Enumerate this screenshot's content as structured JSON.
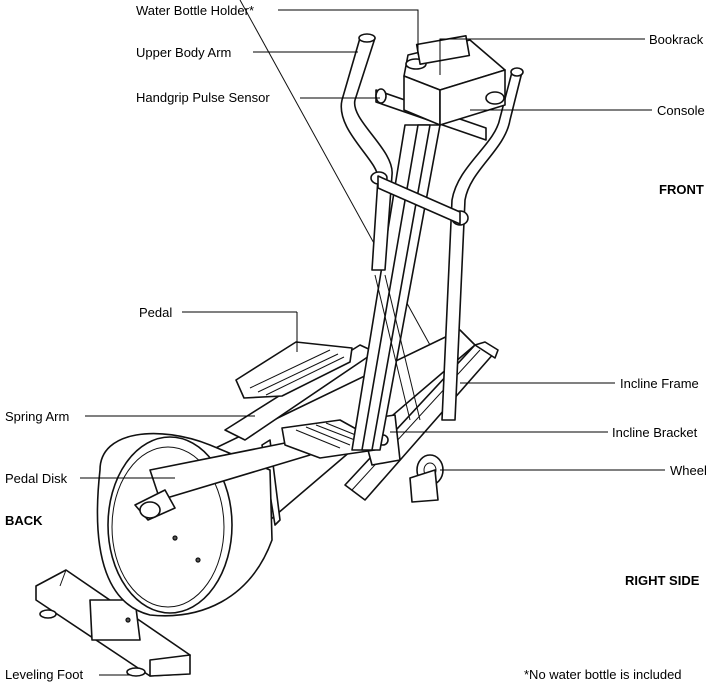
{
  "labels": {
    "water_bottle_holder": "Water Bottle Holder*",
    "upper_body_arm": "Upper Body Arm",
    "handgrip_pulse_sensor": "Handgrip Pulse Sensor",
    "bookrack": "Bookrack",
    "console": "Console",
    "front": "FRONT",
    "pedal": "Pedal",
    "incline_frame": "Incline Frame",
    "spring_arm": "Spring Arm",
    "incline_bracket": "Incline Bracket",
    "pedal_disk": "Pedal Disk",
    "wheel": "Wheel",
    "back": "BACK",
    "right_side": "RIGHT SIDE",
    "leveling_foot": "Leveling Foot",
    "footnote": "*No water bottle is included"
  }
}
